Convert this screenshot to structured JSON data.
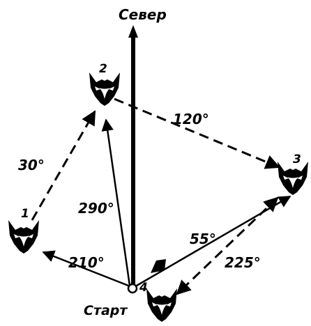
{
  "labels": {
    "north": "Север",
    "start": "Старт",
    "fox_1": "1",
    "fox_2": "2",
    "fox_3": "3",
    "fox_4": "4"
  },
  "bearings": {
    "fox1_to_fox2": "30°",
    "fox2_to_fox3": "120°",
    "start_to_fox2": "290°",
    "start_to_fox1": "210°",
    "start_to_fox3": "55°",
    "fox3_to_fox4": "225°"
  },
  "colors": {
    "ink": "#000000",
    "background": "#ffffff"
  }
}
